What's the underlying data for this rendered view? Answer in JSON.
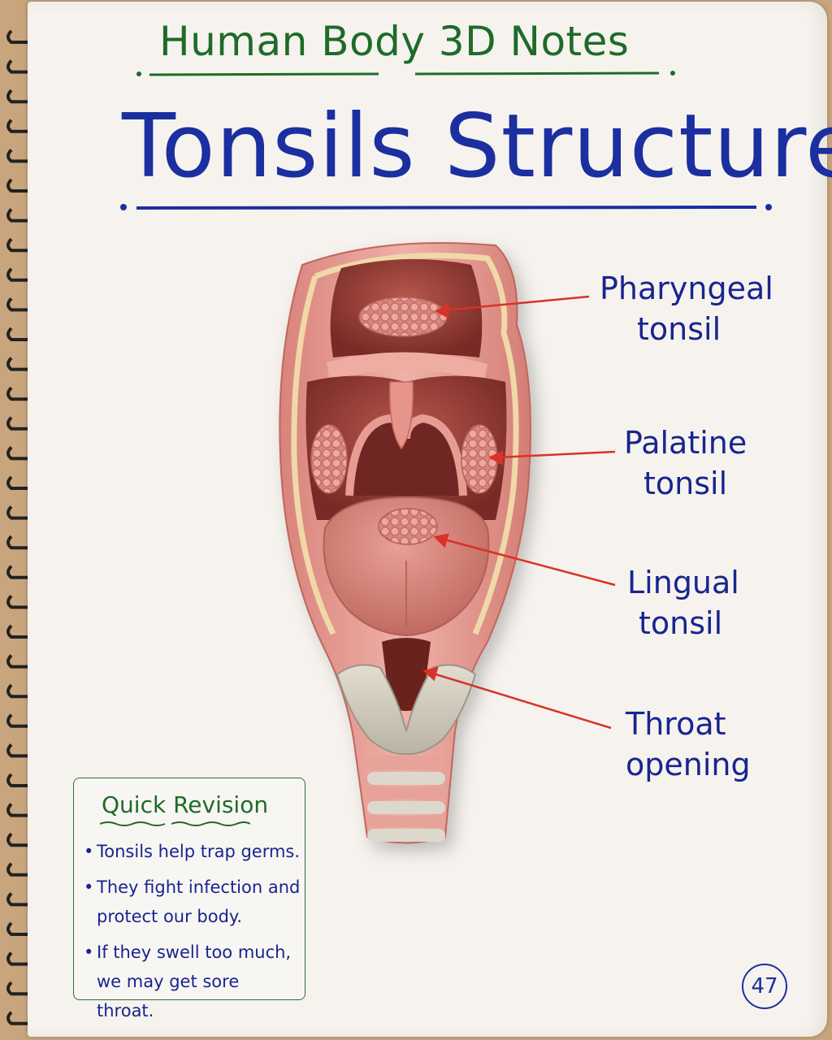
{
  "header": {
    "subtitle": "Human Body 3D Notes",
    "title": "Tonsils Structure"
  },
  "labels": [
    {
      "line1": "Pharyngeal",
      "line2": "tonsil"
    },
    {
      "line1": "Palatine",
      "line2": "tonsil"
    },
    {
      "line1": "Lingual",
      "line2": "tonsil"
    },
    {
      "line1": "Throat",
      "line2": "opening"
    }
  ],
  "revision": {
    "title": "Quick Revision",
    "points": [
      "Tonsils help trap germs.",
      "They fight infection and protect our body.",
      "If they swell too much, we may get sore throat."
    ]
  },
  "page_number": "47",
  "colors": {
    "title_blue": "#1b2fa0",
    "heading_green": "#1e6b2a",
    "pointer_red": "#d8322a",
    "tissue_pink": "#e39a90"
  }
}
